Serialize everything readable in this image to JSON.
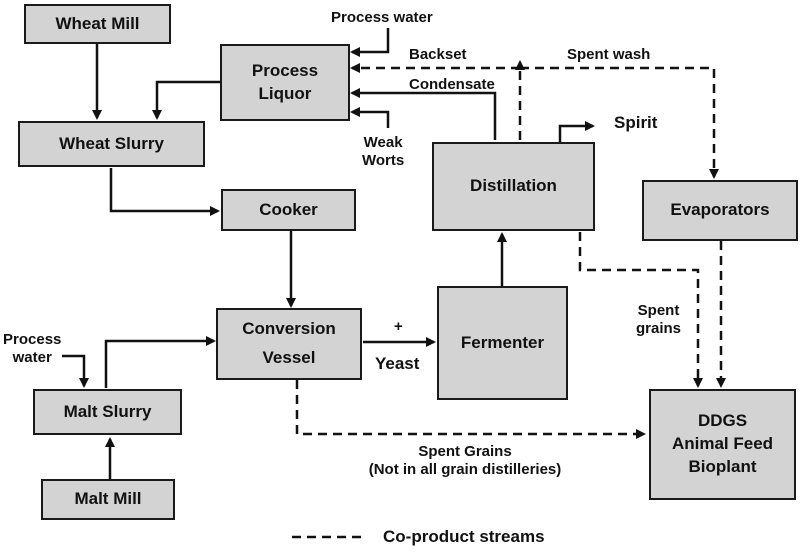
{
  "boxes": {
    "wheat_mill": "Wheat Mill",
    "process_liquor": [
      "Process",
      "Liquor"
    ],
    "wheat_slurry": "Wheat Slurry",
    "cooker": "Cooker",
    "conversion_vessel": [
      "Conversion",
      "Vessel"
    ],
    "fermenter": "Fermenter",
    "distillation": "Distillation",
    "evaporators": "Evaporators",
    "malt_slurry": "Malt Slurry",
    "malt_mill": "Malt Mill",
    "ddgs": [
      "DDGS",
      "Animal Feed",
      "Bioplant"
    ]
  },
  "labels": {
    "process_water_top": "Process water",
    "backset": "Backset",
    "spent_wash": "Spent  wash",
    "condensate": "Condensate",
    "spirit": "Spirit",
    "weak_worts": [
      "Weak",
      "Worts"
    ],
    "process_water_left": [
      "Process",
      "water"
    ],
    "plus": "+",
    "yeast": "Yeast",
    "spent_grains_right": [
      "Spent",
      "grains"
    ],
    "spent_grains_bottom": [
      "Spent  Grains",
      "(Not in all grain distilleries)"
    ],
    "legend": "Co-product streams"
  },
  "colors": {
    "box_fill": "#d3d3d3",
    "line": "#111111"
  }
}
